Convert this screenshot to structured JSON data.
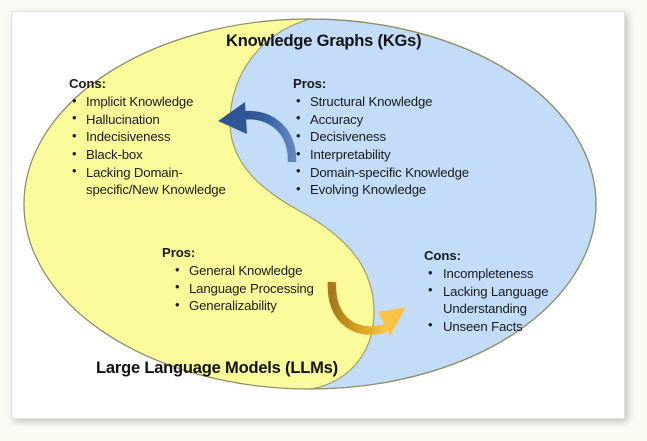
{
  "figure": {
    "type": "yin-yang-venn-diagram",
    "description": "Yin-yang style diagram comparing Large Language Models and Knowledge Graphs",
    "colors": {
      "llm_fill": "#fbfb9c",
      "kg_fill": "#c3dcf8",
      "outline": "#9a9a6e",
      "blue_arrow_dark": "#2f5597",
      "blue_arrow_light": "#7ea3d8",
      "gold_arrow_dark": "#b8860b",
      "gold_arrow_light": "#fcc043",
      "card_background": "#ffffff",
      "page_background": "#fbfbf4",
      "text": "#1a1a1a"
    }
  },
  "kg": {
    "title": "Knowledge Graphs (KGs)",
    "pros_header": "Pros:",
    "pros": [
      "Structural Knowledge",
      "Accuracy",
      "Decisiveness",
      "Interpretability",
      "Domain-specific Knowledge",
      "Evolving Knowledge"
    ],
    "cons_header": "Cons:",
    "cons": [
      "Incompleteness",
      "Lacking Language",
      "Unseen Facts"
    ],
    "cons_wrap_2": "Understanding"
  },
  "llm": {
    "title": "Large Language Models (LLMs)",
    "pros_header": "Pros:",
    "pros": [
      "General Knowledge",
      "Language Processing",
      "Generalizability"
    ],
    "cons_header": "Cons:",
    "cons": [
      "Implicit Knowledge",
      "Hallucination",
      "Indecisiveness",
      "Black-box",
      "Lacking Domain-"
    ],
    "cons_wrap_5": "specific/New Knowledge"
  },
  "arrows": {
    "kg_to_llm": "curved-arrow-left",
    "llm_to_kg": "curved-arrow-right"
  }
}
